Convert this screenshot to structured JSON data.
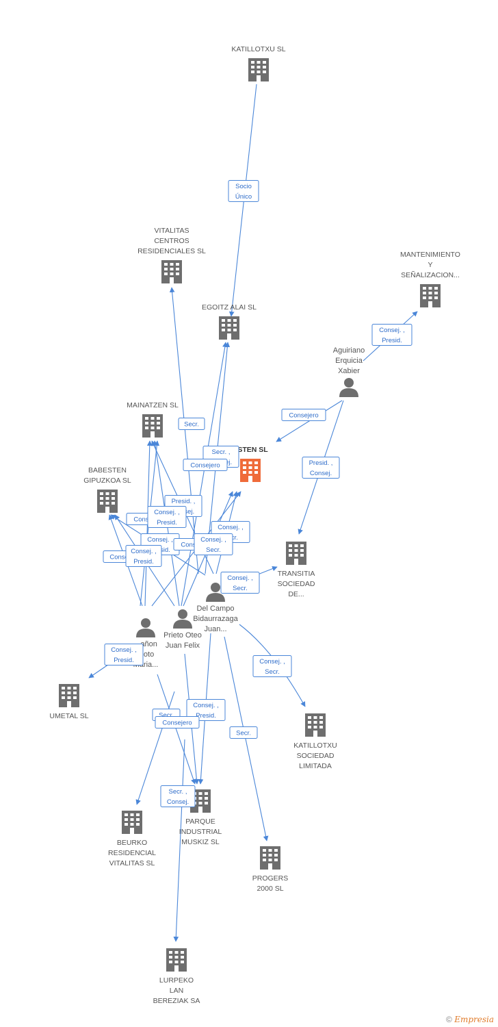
{
  "companies": [
    {
      "id": "katillotxu_sl",
      "label": [
        "KATILLOTXU SL"
      ],
      "focus": false
    },
    {
      "id": "vitalitas",
      "label": [
        "VITALITAS",
        "CENTROS",
        "RESIDENCIALES SL"
      ],
      "focus": false
    },
    {
      "id": "egoitz",
      "label": [
        "EGOITZ ALAI SL"
      ],
      "focus": false
    },
    {
      "id": "mantenimiento",
      "label": [
        "MANTENIMIENTO",
        "Y",
        "SEÑALIZACION..."
      ],
      "focus": false
    },
    {
      "id": "mainatzen",
      "label": [
        "MAINATZEN SL"
      ],
      "focus": false
    },
    {
      "id": "focus",
      "label": [
        "ESTEN SL"
      ],
      "focus": true
    },
    {
      "id": "babesten_gip",
      "label": [
        "BABESTEN",
        "GIPUZKOA SL"
      ],
      "focus": false
    },
    {
      "id": "transitia",
      "label": [
        "TRANSITIA",
        "SOCIEDAD",
        "DE..."
      ],
      "focus": false
    },
    {
      "id": "umetal",
      "label": [
        "UMETAL  SL"
      ],
      "focus": false
    },
    {
      "id": "katillotxu_sa",
      "label": [
        "KATILLOTXU",
        "SOCIEDAD",
        "LIMITADA"
      ],
      "focus": false
    },
    {
      "id": "parque",
      "label": [
        "PARQUE",
        "INDUSTRIAL",
        "MUSKIZ SL"
      ],
      "focus": false
    },
    {
      "id": "beurko",
      "label": [
        "BEURKO",
        "RESIDENCIAL",
        "VITALITAS SL"
      ],
      "focus": false
    },
    {
      "id": "progers",
      "label": [
        "PROGERS",
        "2000 SL"
      ],
      "focus": false
    },
    {
      "id": "lurpeko",
      "label": [
        "LURPEKO",
        "LAN",
        "BEREZIAK SA"
      ],
      "focus": false
    }
  ],
  "persons": [
    {
      "id": "aguiriano",
      "label": [
        "Aguiriano",
        "Erquicia",
        "Xabier"
      ]
    },
    {
      "id": "delcampo",
      "label": [
        "Del Campo",
        "Bidaurrazaga",
        "Juan..."
      ]
    },
    {
      "id": "prieto",
      "label": [
        "Prieto Oteo",
        "Juan Felix"
      ]
    },
    {
      "id": "person4",
      "label": [
        "...añon",
        "...oto",
        "Maria..."
      ]
    }
  ],
  "relations": [
    {
      "id": "r_socio",
      "lines": [
        "Socio",
        "Único"
      ]
    },
    {
      "id": "r_aguiriano_mant",
      "lines": [
        "Consej. ,",
        "Presid."
      ]
    },
    {
      "id": "r_aguiriano_focus",
      "lines": [
        "Consejero"
      ]
    },
    {
      "id": "r_aguiriano_trans",
      "lines": [
        "Presid. ,",
        "Consej."
      ]
    },
    {
      "id": "r_secr_vit",
      "lines": [
        "Secr."
      ]
    },
    {
      "id": "r_secr_consej_egoitz",
      "lines": [
        "Secr. ,",
        "Consej."
      ]
    },
    {
      "id": "r_consejero_a",
      "lines": [
        "Consejero"
      ]
    },
    {
      "id": "r_presid_a",
      "lines": [
        "Presid. ,",
        "Consej."
      ]
    },
    {
      "id": "r_consejero_b",
      "lines": [
        "Consejero"
      ]
    },
    {
      "id": "r_consej_presid_a",
      "lines": [
        "Consej. ,",
        "Presid."
      ]
    },
    {
      "id": "r_consej_presid_b",
      "lines": [
        "Consej. ,",
        "Presid."
      ]
    },
    {
      "id": "r_consejero_c",
      "lines": [
        "Consejero"
      ]
    },
    {
      "id": "r_consejero_d",
      "lines": [
        "Consejero"
      ]
    },
    {
      "id": "r_consej_secr_a",
      "lines": [
        "Consej. ,",
        "Secr."
      ]
    },
    {
      "id": "r_consej_secr_b",
      "lines": [
        "Consej. ,",
        "Secr."
      ]
    },
    {
      "id": "r_consej_presid_c",
      "lines": [
        "Consej. ,",
        "Presid."
      ]
    },
    {
      "id": "r_consej_secr_trans",
      "lines": [
        "Consej. ,",
        "Secr."
      ]
    },
    {
      "id": "r_consej_presid_umetal",
      "lines": [
        "Consej. ,",
        "Presid."
      ]
    },
    {
      "id": "r_consej_secr_kat",
      "lines": [
        "Consej. ,",
        "Secr."
      ]
    },
    {
      "id": "r_consej_presid_parque",
      "lines": [
        "Consej. ,",
        "Presid."
      ]
    },
    {
      "id": "r_secr_parque",
      "lines": [
        "Secr."
      ]
    },
    {
      "id": "r_consejero_parque",
      "lines": [
        "Consejero"
      ]
    },
    {
      "id": "r_secr_progers",
      "lines": [
        "Secr."
      ]
    },
    {
      "id": "r_secr_consej_lurpeko",
      "lines": [
        "Secr. ,",
        "Consej."
      ]
    }
  ],
  "footer": {
    "copyright": "©",
    "brand": "Empresia"
  },
  "colors": {
    "edge": "#4a86d8",
    "building": "#6e6e6e",
    "focus_building": "#ef6b3a",
    "person": "#6e6e6e"
  }
}
